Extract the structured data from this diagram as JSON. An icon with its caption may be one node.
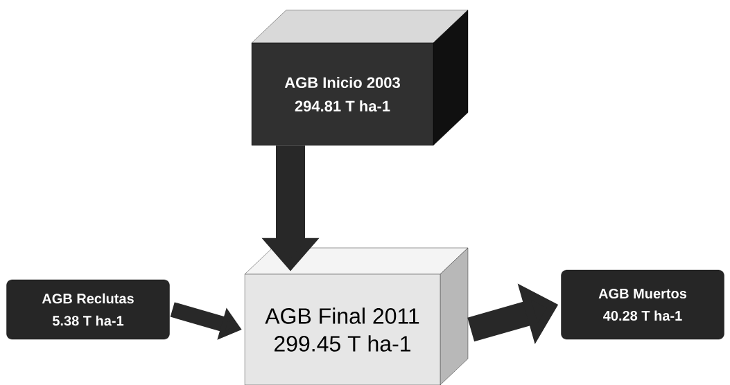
{
  "diagram": {
    "nodes": [
      {
        "text": [
          "AGB Inicio 2003",
          "294.81 T ha-1"
        ]
      },
      {
        "text": [
          "AGB Final 2011",
          "299.45 T ha-1"
        ]
      },
      {
        "text": [
          "AGB Reclutas",
          "5.38 T ha-1"
        ]
      },
      {
        "text": [
          "AGB Muertos",
          "40.28 T ha-1"
        ]
      }
    ],
    "edges": [
      {
        "from": 0,
        "to": 1,
        "arrow": "to"
      },
      {
        "from": 2,
        "to": 1,
        "arrow": "to"
      },
      {
        "from": 1,
        "to": 3,
        "arrow": "to"
      }
    ]
  }
}
